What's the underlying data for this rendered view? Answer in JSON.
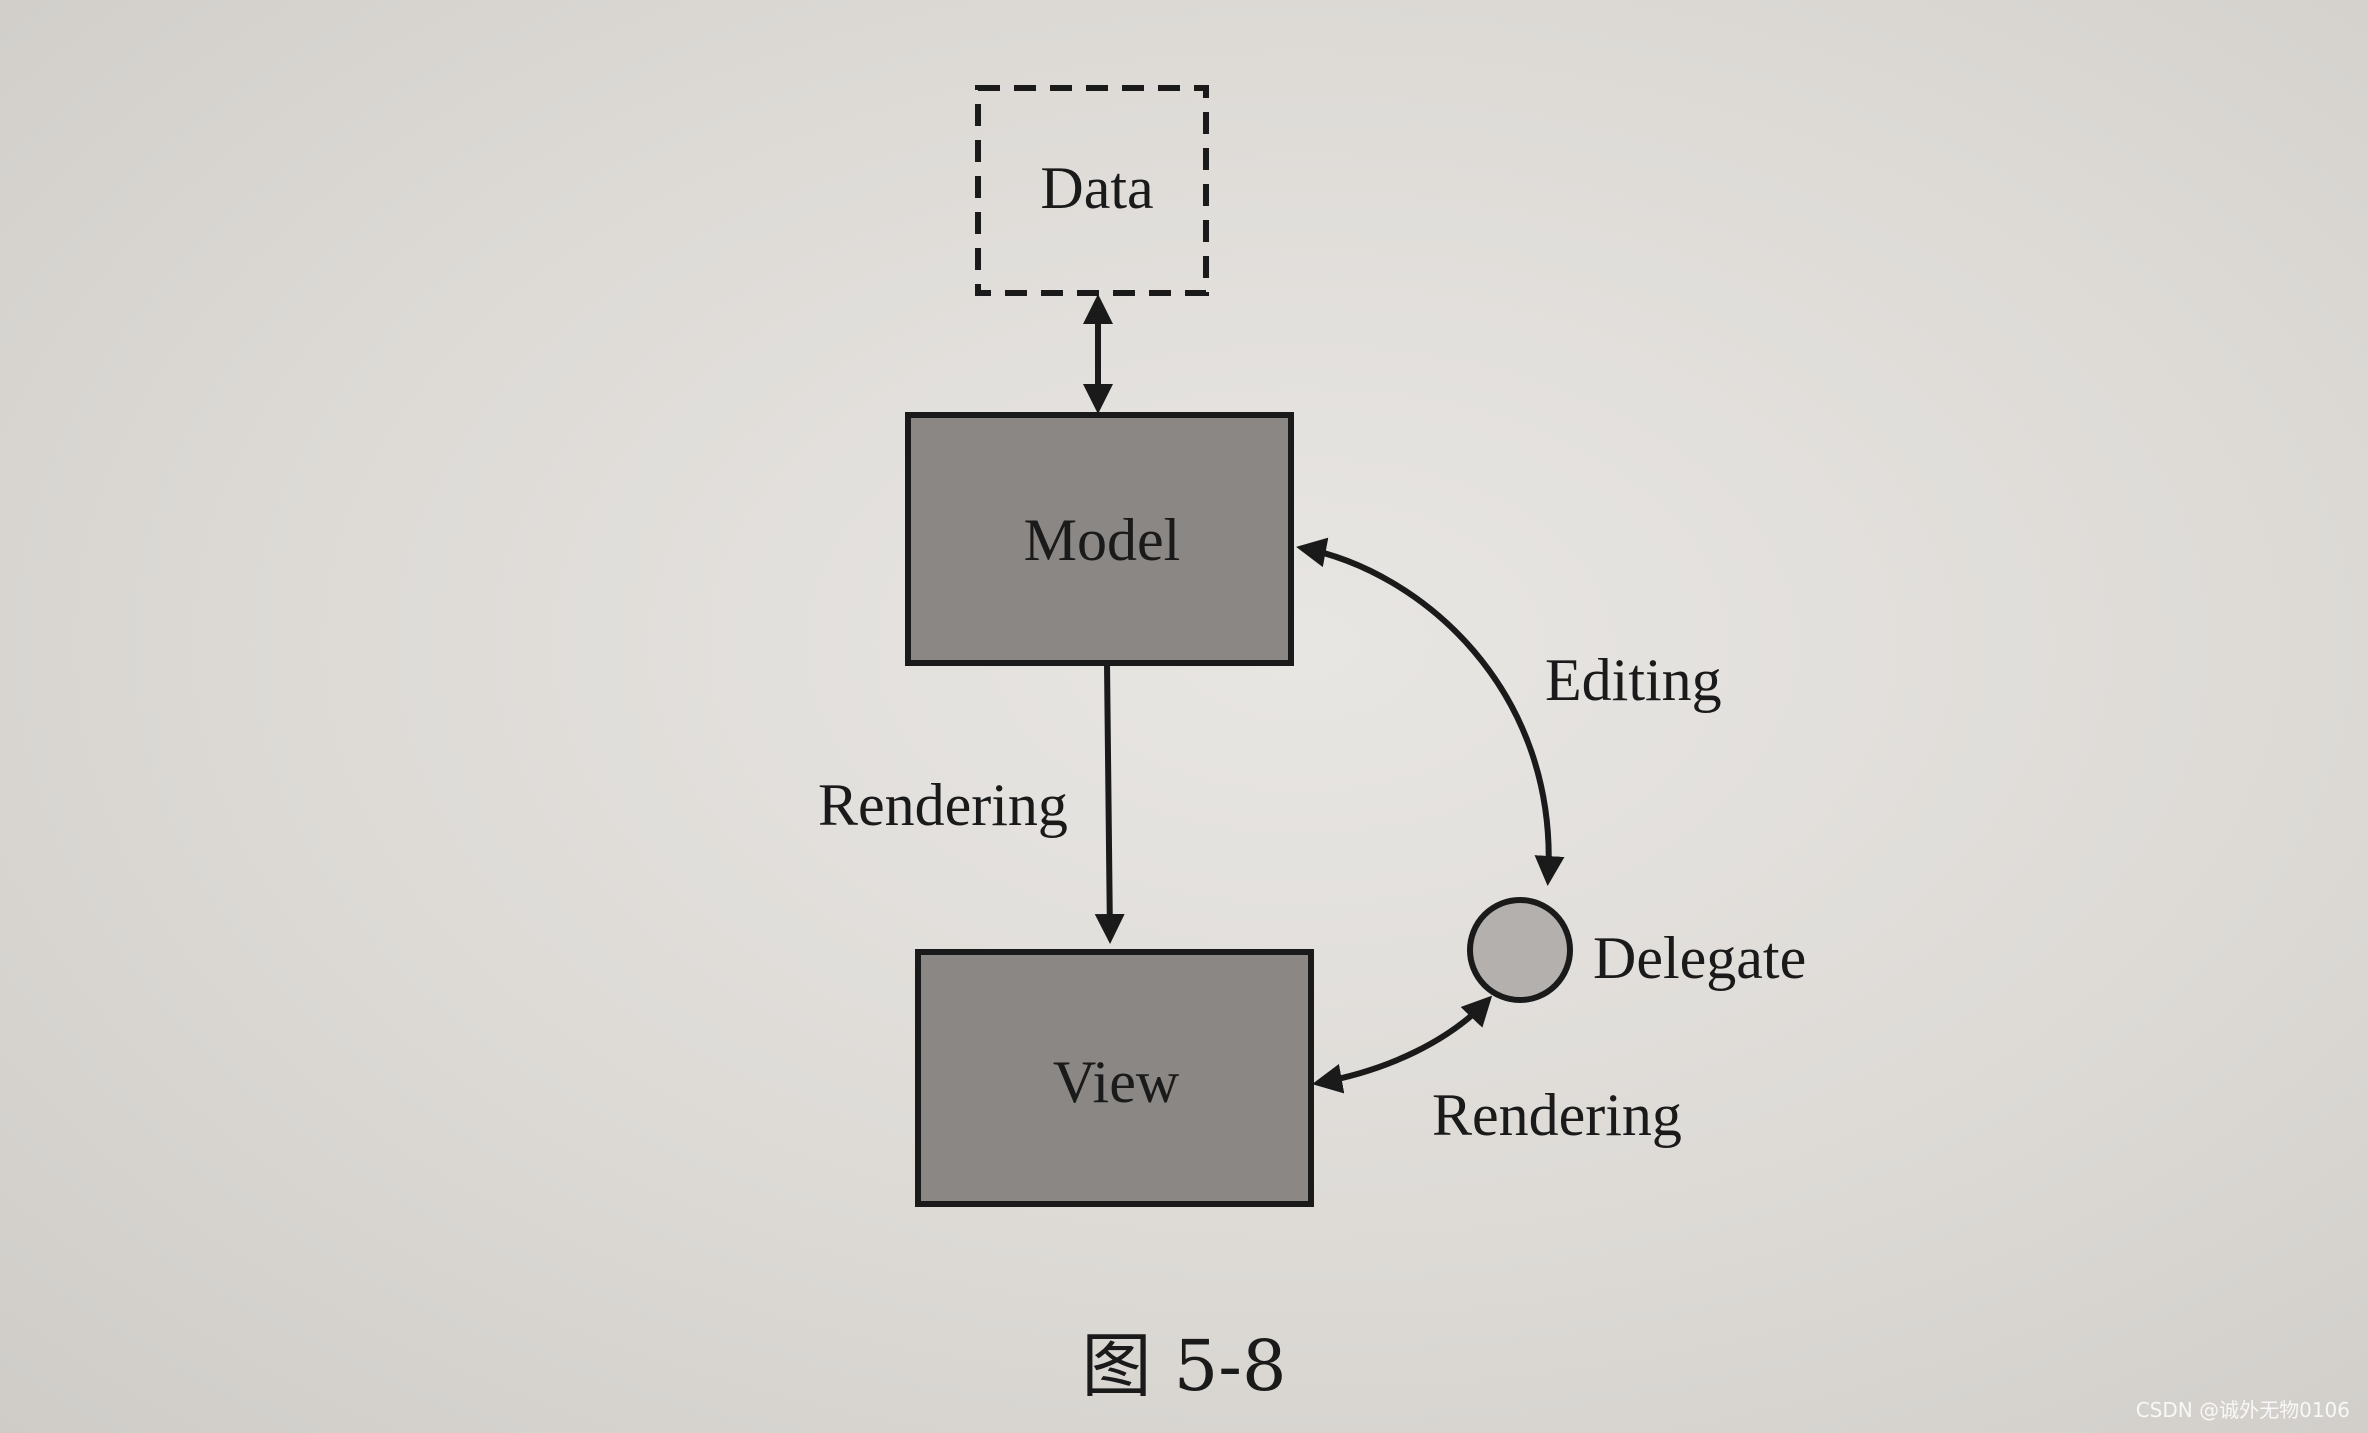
{
  "diagram": {
    "nodes": {
      "data": {
        "label": "Data"
      },
      "model": {
        "label": "Model"
      },
      "view": {
        "label": "View"
      },
      "delegate": {
        "label": "Delegate"
      }
    },
    "edges": {
      "data_model": {
        "label": ""
      },
      "model_view": {
        "label": "Rendering"
      },
      "model_delegate": {
        "label": "Editing"
      },
      "delegate_view": {
        "label": "Rendering"
      }
    },
    "colors": {
      "box_fill": "#8a8784",
      "circle_fill": "#b3b0ad",
      "stroke": "#1a1a1a"
    }
  },
  "caption": "图 5-8",
  "watermark": "CSDN @诚外无物0106"
}
